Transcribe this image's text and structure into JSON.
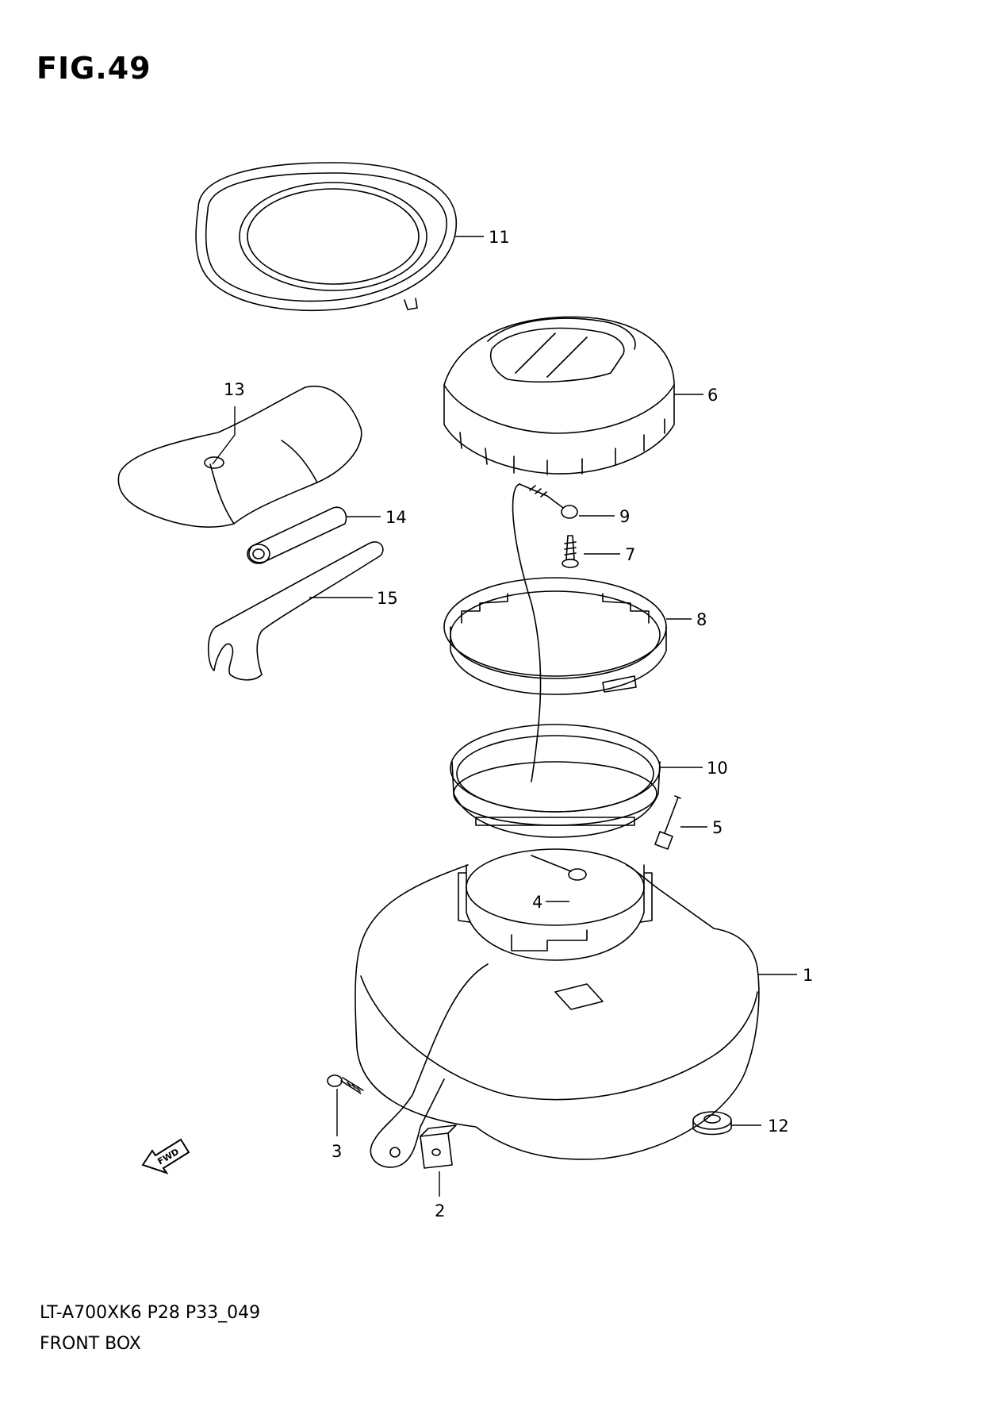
{
  "figure": {
    "title": "FIG.49"
  },
  "footer": {
    "model_code": "LT-A700XK6 P28 P33_049",
    "section_name": "FRONT BOX"
  },
  "fwd_label": "FWD",
  "callouts": {
    "c1": "1",
    "c2": "2",
    "c3": "3",
    "c4": "4",
    "c5": "5",
    "c6": "6",
    "c7": "7",
    "c8": "8",
    "c9": "9",
    "c10": "10",
    "c11": "11",
    "c12": "12",
    "c13": "13",
    "c14": "14",
    "c15": "15"
  }
}
